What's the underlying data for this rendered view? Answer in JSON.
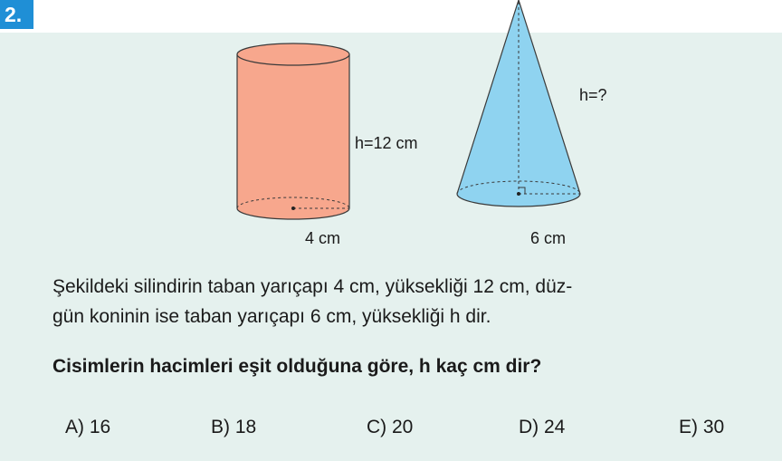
{
  "question_number": "2.",
  "figure": {
    "cylinder": {
      "height_label": "h=12 cm",
      "radius_label": "4 cm",
      "fill_color": "#f7a78d"
    },
    "cone": {
      "height_label": "h=?",
      "radius_label": "6 cm",
      "fill_color": "#8fd3f0"
    }
  },
  "statement_line1": "Şekildeki silindirin taban yarıçapı 4 cm, yüksekliği 12 cm, düz-",
  "statement_line2": "gün koninin ise taban yarıçapı 6 cm, yüksekliği h dir.",
  "question": "Cisimlerin hacimleri eşit olduğuna göre, h kaç cm dir?",
  "choices": [
    {
      "label": "A) 16"
    },
    {
      "label": "B) 18"
    },
    {
      "label": "C) 20"
    },
    {
      "label": "D) 24"
    },
    {
      "label": "E) 30"
    }
  ],
  "colors": {
    "panel_background": "#e5f1ee",
    "badge_background": "#1f8fd6"
  }
}
